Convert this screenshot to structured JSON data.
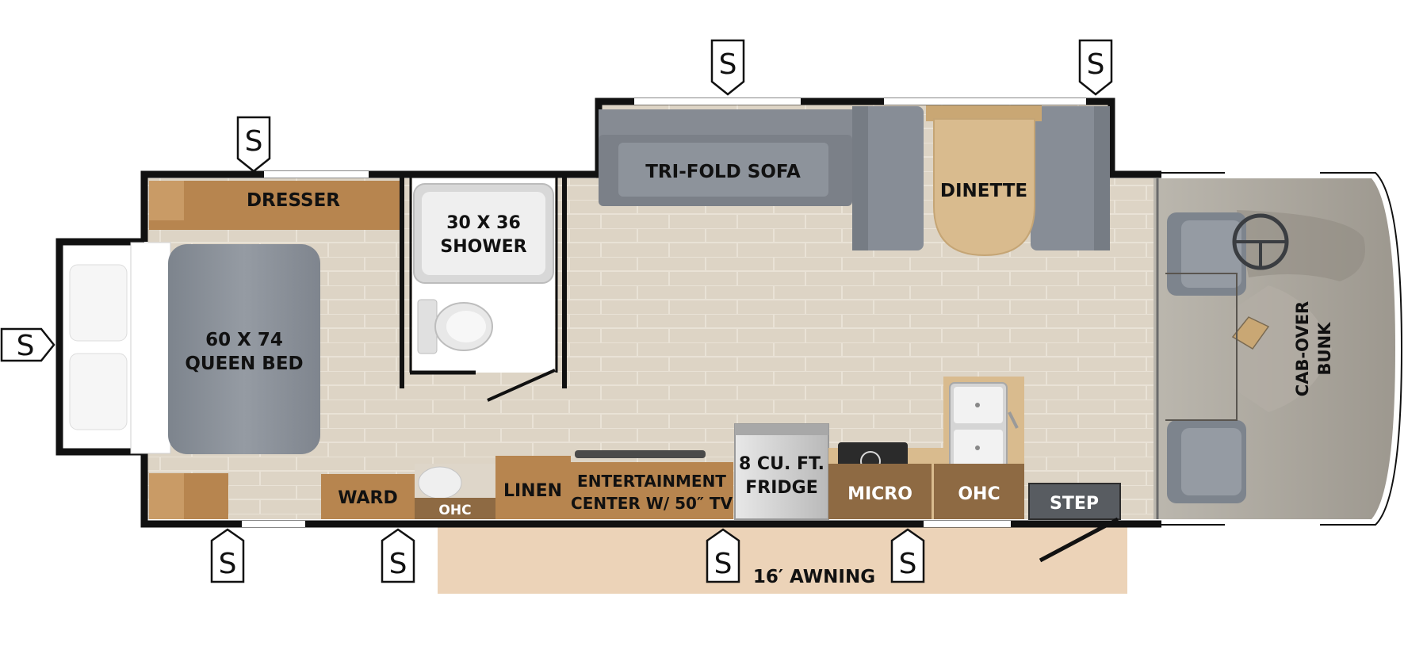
{
  "rooms": {
    "dresser": "DRESSER",
    "shower_line1": "30 X 36",
    "shower_line2": "SHOWER",
    "bed_line1": "60 X 74",
    "bed_line2": "QUEEN BED",
    "sofa": "TRI-FOLD SOFA",
    "dinette": "DINETTE",
    "ward": "WARD",
    "ohc_bath": "OHC",
    "linen": "LINEN",
    "entertainment_line1": "ENTERTAINMENT",
    "entertainment_line2": "CENTER W/ 50″ TV",
    "fridge_line1": "8 CU. FT.",
    "fridge_line2": "FRIDGE",
    "micro": "MICRO",
    "ohc_kitchen": "OHC",
    "step": "STEP",
    "cab_over_line1": "CAB-OVER",
    "cab_over_line2": "BUNK",
    "awning": "16′ AWNING"
  },
  "slide_marker": "S",
  "colors": {
    "wall": "#111111",
    "floor": "#ddd4c5",
    "cabinet": "#b7854f",
    "cabinet_dark": "#8e6a43",
    "upholstery": "#878d96",
    "mattress": "#8a9099",
    "cab_floor": "#aba69d",
    "awning": "#ecd3b8",
    "dinette_table": "#d9bb8e"
  }
}
